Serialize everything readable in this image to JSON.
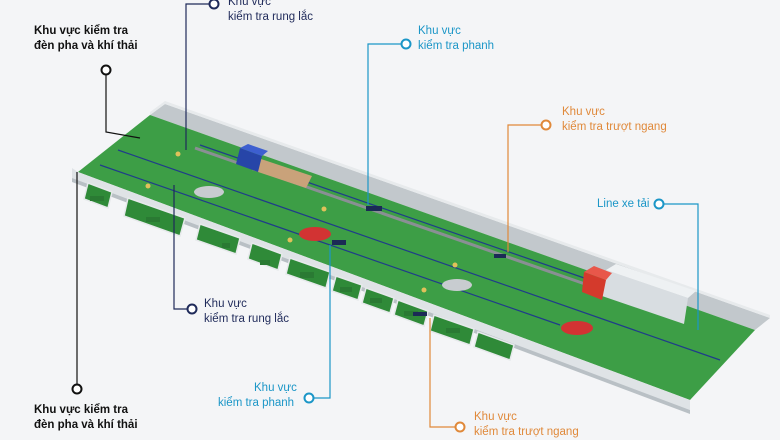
{
  "colors": {
    "floor": "#3d9e46",
    "floor_dark": "#2e7f37",
    "wall": "#dfe3e6",
    "wall_side": "#c2c8cc",
    "lane_line": "#1f3c8a",
    "navy": "#1f2a5a",
    "cyan": "#1b96c7",
    "orange": "#e0893a",
    "black": "#111111"
  },
  "callouts": {
    "headlight_top": {
      "line1": "Khu vực kiểm tra",
      "line2": "đèn pha và khí thải"
    },
    "shake_top": {
      "line1": "Khu vực",
      "line2": "kiểm tra rung lắc"
    },
    "brake_top": {
      "line1": "Khu vực",
      "line2": "kiểm tra phanh"
    },
    "slide_top": {
      "line1": "Khu vực",
      "line2": "kiểm tra trượt ngang"
    },
    "truck_line": {
      "line1": "Line xe tải"
    },
    "shake_bottom": {
      "line1": "Khu vực",
      "line2": "kiểm tra rung lắc"
    },
    "brake_bottom": {
      "line1": "Khu vực",
      "line2": "kiểm tra phanh"
    },
    "slide_bottom": {
      "line1": "Khu vực",
      "line2": "kiểm tra trượt ngang"
    },
    "headlight_bottom": {
      "line1": "Khu vực kiểm tra",
      "line2": "đèn pha và khí thải"
    }
  },
  "icons": [
    "callout-dot-icon",
    "truck-icon",
    "car-icon",
    "worker-icon"
  ]
}
